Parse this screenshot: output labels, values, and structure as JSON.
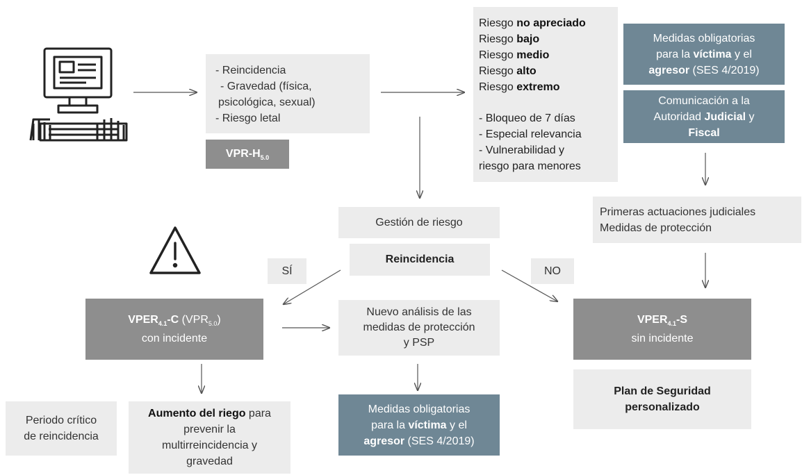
{
  "inputs_box": {
    "lines": [
      "- Reincidencia",
      "- Gravedad (física,",
      "psicológica, sexual)",
      "- Riesgo letal"
    ]
  },
  "vpr_h_label": {
    "main": "VPR-H",
    "sub": "5.0"
  },
  "risk_box": {
    "levels": [
      {
        "prefix": "Riesgo ",
        "bold": "no apreciado"
      },
      {
        "prefix": "Riesgo ",
        "bold": "bajo"
      },
      {
        "prefix": "Riesgo ",
        "bold": "medio"
      },
      {
        "prefix": "Riesgo ",
        "bold": "alto"
      },
      {
        "prefix": "Riesgo ",
        "bold": "extremo"
      }
    ],
    "extras": [
      "- Bloqueo de 7 días",
      "- Especial relevancia",
      "- Vulnerabilidad y",
      "riesgo para menores"
    ]
  },
  "medidas_top": {
    "line1": "Medidas obligatorias",
    "line2_a": "para la ",
    "line2_b": "víctima",
    "line2_c": " y el",
    "line3_a": "agresor",
    "line3_b": " (SES 4/2019)"
  },
  "comunicacion": {
    "line1": "Comunicación a la",
    "line2_a": "Autoridad ",
    "line2_b": "Judicial",
    "line2_c": " y",
    "line3": "Fiscal"
  },
  "primeras": {
    "line1": "Primeras actuaciones judiciales",
    "line2": "Medidas de protección"
  },
  "gestion": {
    "label": "Gestión de riesgo"
  },
  "reincidencia": {
    "label": "Reincidencia"
  },
  "si_label": "SÍ",
  "no_label": "NO",
  "vper_c": {
    "main": "VPER",
    "sub": "4.1",
    "suffix": "-C",
    "paren_a": " (VPR",
    "paren_sub": "5.0",
    "paren_b": ")",
    "line2": "con incidente"
  },
  "vper_s": {
    "main": "VPER",
    "sub": "4.1",
    "suffix": "-S",
    "line2": "sin incidente"
  },
  "nuevo": {
    "lines": [
      "Nuevo análisis de las",
      "medidas de protección",
      "y PSP"
    ]
  },
  "medidas_bottom": {
    "line1": "Medidas obligatorias",
    "line2_a": "para la ",
    "line2_b": "víctima",
    "line2_c": " y el",
    "line3_a": "agresor",
    "line3_b": " (SES 4/2019)"
  },
  "plan": {
    "line1": "Plan de Seguridad",
    "line2": "personalizado"
  },
  "periodo": {
    "line1": "Periodo crítico",
    "line2": "de reincidencia"
  },
  "aumento": {
    "bold": "Aumento del riego",
    "rest": " para",
    "lines": [
      "prevenir la",
      "multirreincidencia y",
      "gravedad"
    ]
  },
  "icons": {
    "computer": "computer-typing-icon",
    "warning": "warning-triangle-icon"
  }
}
